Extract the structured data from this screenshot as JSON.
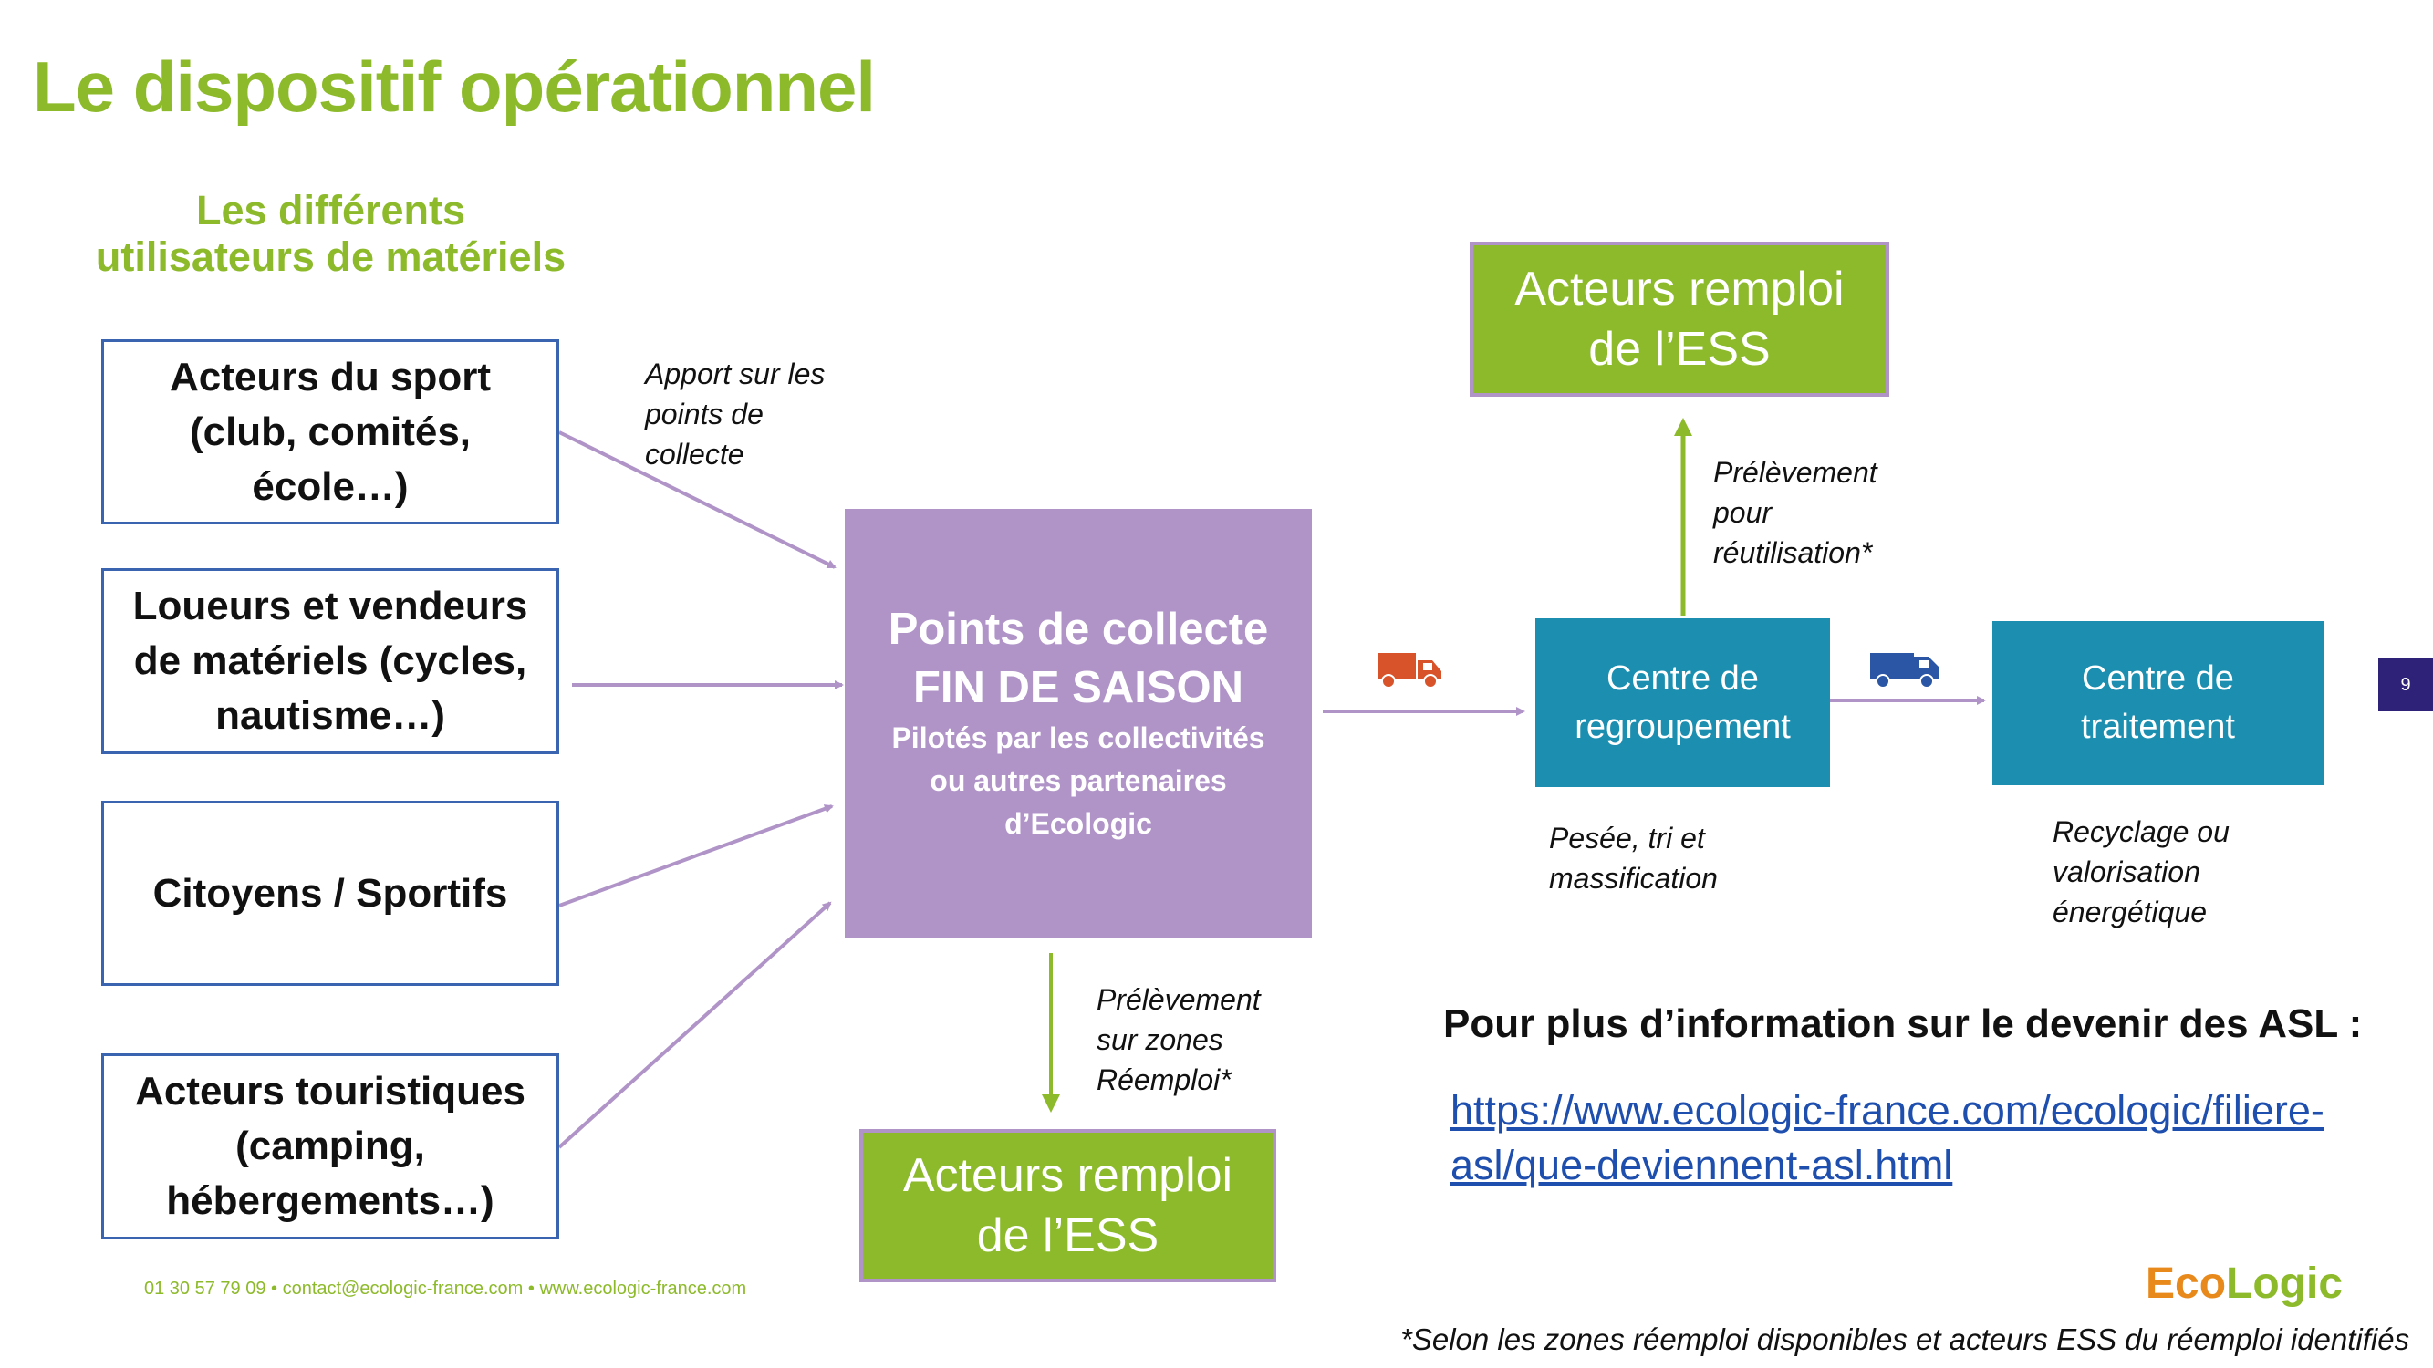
{
  "title": "Le dispositif opérationnel",
  "users_heading": {
    "line1": "Les différents",
    "line2": "utilisateurs de matériels"
  },
  "user_boxes": [
    {
      "lines": [
        "Acteurs du sport",
        "(club, comités,",
        "école…)"
      ]
    },
    {
      "lines": [
        "Loueurs et vendeurs",
        "de matériels (cycles,",
        "nautisme…)"
      ]
    },
    {
      "lines": [
        "Citoyens / Sportifs"
      ]
    },
    {
      "lines": [
        "Acteurs touristiques",
        "(camping,",
        "hébergements…)"
      ]
    }
  ],
  "apport_note": [
    "Apport sur les",
    "points de",
    "collecte"
  ],
  "collection_point": {
    "title_line1": "Points de collecte",
    "title_line2": "FIN DE SAISON",
    "sub_line1": "Pilotés par les collectivités",
    "sub_line2": "ou autres partenaires",
    "sub_line3": "d’Ecologic"
  },
  "bottom_reuse_note": [
    "Prélèvement",
    "sur zones",
    "Réemploi*"
  ],
  "reuse_actors_bottom": {
    "line1": "Acteurs remploi",
    "line2": "de l’ESS"
  },
  "reuse_actors_top": {
    "line1": "Acteurs remploi",
    "line2": "de l’ESS"
  },
  "top_reuse_note": [
    "Prélèvement",
    "pour",
    "réutilisation*"
  ],
  "grouping_center": {
    "line1": "Centre de",
    "line2": "regroupement",
    "note": [
      "Pesée, tri et",
      "massification"
    ]
  },
  "treatment_center": {
    "line1": "Centre de",
    "line2": "traitement",
    "note": [
      "Recyclage ou",
      "valorisation",
      "énergétique"
    ]
  },
  "info": {
    "heading": "Pour plus d’information sur le devenir des ASL :",
    "link_line1": "https://www.ecologic-france.com/ecologic/filiere-",
    "link_line2": "asl/que-deviennent-asl.html"
  },
  "footer_contact": "01 30 57 79 09 • contact@ecologic-france.com • www.ecologic-france.com",
  "footnote": "*Selon les zones réemploi disponibles et acteurs ESS du réemploi identifiés",
  "page_number": "9",
  "logo": {
    "eco": "Eco",
    "logic": "Logic"
  },
  "icons": {
    "truck_orange": "truck-icon",
    "truck_blue": "truck-icon"
  },
  "colors": {
    "green": "#8dba2b",
    "purple": "#b094c8",
    "teal": "#1c8fb0",
    "blue_border": "#3a63b0",
    "navy": "#2d2278",
    "truck_orange": "#d9532a",
    "truck_blue": "#2a56a5"
  }
}
